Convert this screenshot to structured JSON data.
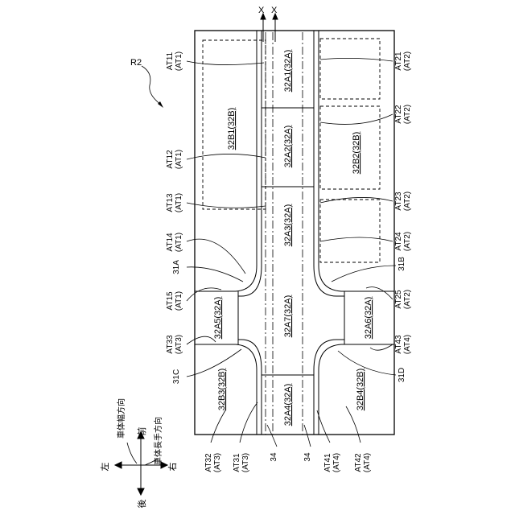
{
  "figure_label": "R2",
  "axis_marker": "X",
  "zones": {
    "a1": "32A1(32A)",
    "a2": "32A2(32A)",
    "a3": "32A3(32A)",
    "a4": "32A4(32A)",
    "a5": "32A5(32A)",
    "a6": "32A6(32A)",
    "a7": "32A7(32A)",
    "b1": "32B1(32B)",
    "b2": "32B2(32B)",
    "b3": "32B3(32B)",
    "b4": "32B4(32B)"
  },
  "left_labels": {
    "at11": [
      "AT11",
      "(AT1)"
    ],
    "at12": [
      "AT12",
      "(AT1)"
    ],
    "at13": [
      "AT13",
      "(AT1)"
    ],
    "at14": [
      "AT14",
      "(AT1)"
    ],
    "at15": [
      "AT15",
      "(AT1)"
    ],
    "at33": [
      "AT33",
      "(AT3)"
    ],
    "c31a": "31A",
    "c31c": "31C"
  },
  "right_labels": {
    "at21": [
      "AT21",
      "(AT2)"
    ],
    "at22": [
      "AT22",
      "(AT2)"
    ],
    "at23": [
      "AT23",
      "(AT2)"
    ],
    "at24": [
      "AT24",
      "(AT2)"
    ],
    "at25": [
      "AT25",
      "(AT2)"
    ],
    "at43": [
      "AT43",
      "(AT4)"
    ],
    "c31b": "31B",
    "c31d": "31D"
  },
  "bottom_labels": {
    "at32": [
      "AT32",
      "(AT3)"
    ],
    "at31": [
      "AT31",
      "(AT3)"
    ],
    "l34a": "34",
    "l34b": "34",
    "at41": [
      "AT41",
      "(AT4)"
    ],
    "at42": [
      "AT42",
      "(AT4)"
    ]
  },
  "compass": {
    "left": "左",
    "right": "右",
    "front": "前",
    "rear": "後",
    "width_dir": "車体幅方向",
    "length_dir": "車体長手方向"
  }
}
